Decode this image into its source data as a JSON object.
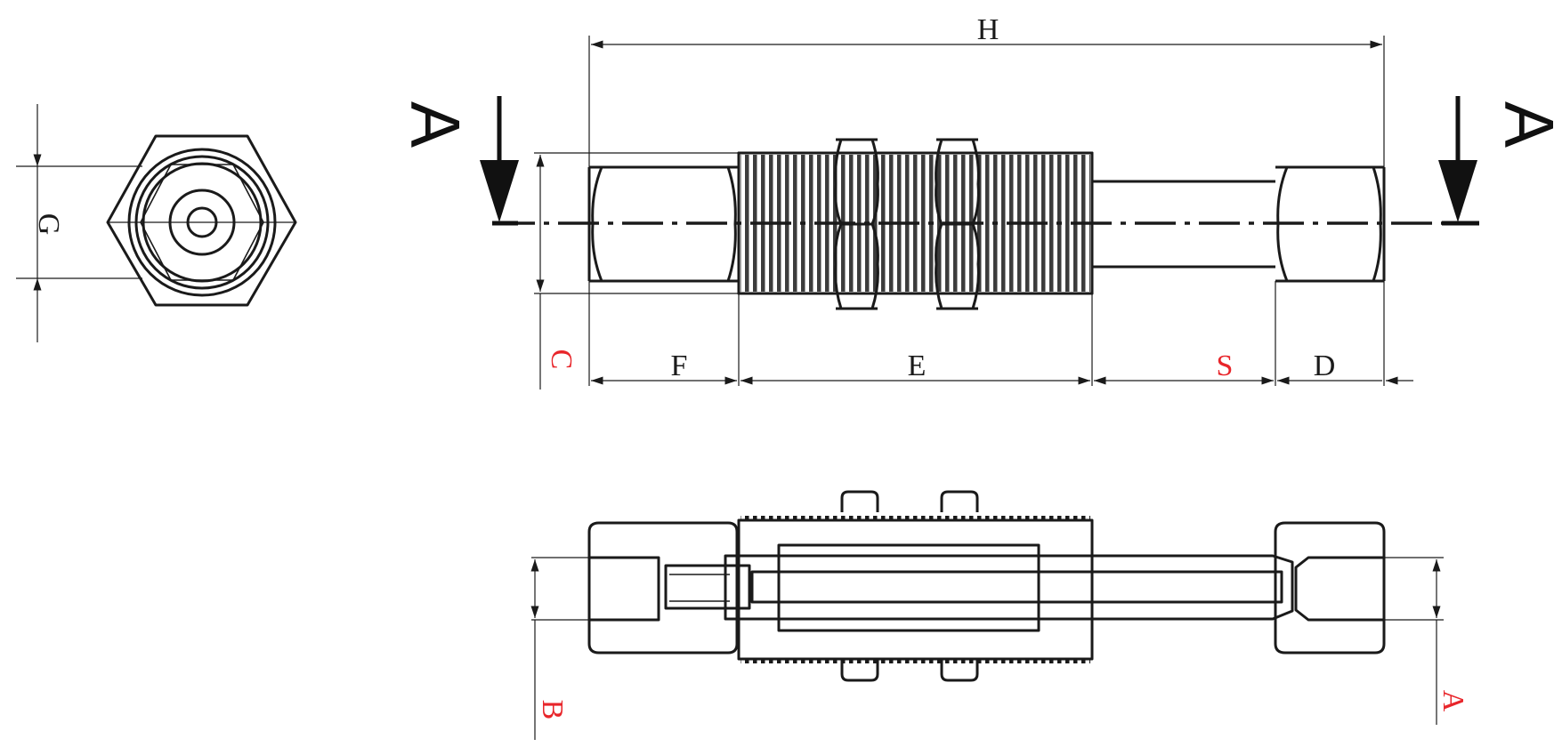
{
  "labels": {
    "H": "H",
    "G": "G",
    "C": "C",
    "F": "F",
    "E": "E",
    "S": "S",
    "D": "D",
    "B": "B",
    "A_dim": "A",
    "section_left": "A",
    "section_right": "A"
  },
  "colors": {
    "line": "#1a1a1a",
    "highlight": "#e8252a"
  }
}
